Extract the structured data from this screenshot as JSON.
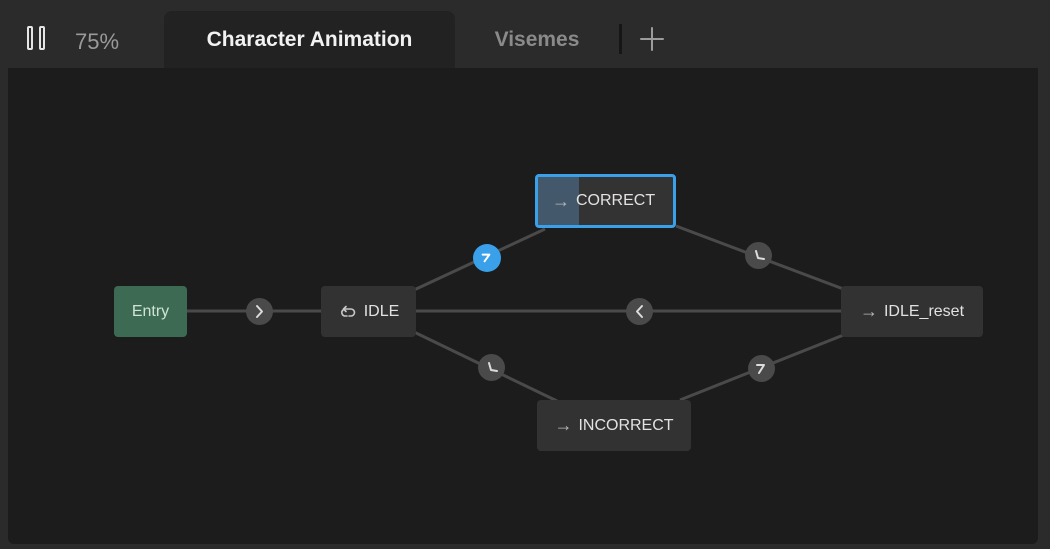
{
  "toolbar": {
    "zoom": "75%",
    "pause_icon": "pause-icon",
    "add_icon": "plus-icon"
  },
  "tabs": [
    {
      "label": "Character Animation",
      "active": true
    },
    {
      "label": "Visemes",
      "active": false
    }
  ],
  "graph": {
    "nodes": {
      "entry": {
        "label": "Entry"
      },
      "idle": {
        "label": "IDLE",
        "icon": "loop-icon"
      },
      "correct": {
        "label": "CORRECT",
        "icon": "arrow-right-icon",
        "selected": true,
        "progress": 0.3
      },
      "incorrect": {
        "label": "INCORRECT",
        "icon": "arrow-right-icon"
      },
      "idle_reset": {
        "label": "IDLE_reset",
        "icon": "arrow-right-icon"
      }
    }
  },
  "colors": {
    "background": "#2b2b2b",
    "canvas": "#1c1c1c",
    "node": "#323232",
    "entry_node": "#3d6a52",
    "selected_accent": "#3aa0ea",
    "wire": "#4a4a4a"
  }
}
